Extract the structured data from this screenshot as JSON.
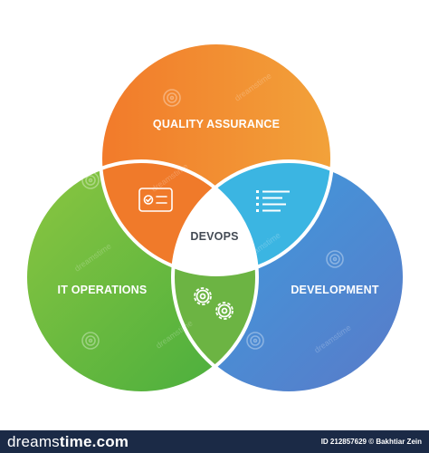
{
  "diagram": {
    "circles": [
      {
        "id": "qa",
        "label": "QUALITY ASSURANCE",
        "colors": [
          "#f27a2a",
          "#f2a23a"
        ]
      },
      {
        "id": "ops",
        "label": "IT OPERATIONS",
        "colors": [
          "#8cc641",
          "#46ad3d"
        ]
      },
      {
        "id": "dev",
        "label": "DEVELOPMENT",
        "colors": [
          "#3b9fe0",
          "#5a7ac8"
        ]
      }
    ],
    "center_label": "DEVOPS",
    "overlap_colors": {
      "qa_ops": "#f07a2a",
      "qa_dev": "#3bb5e2",
      "ops_dev": "#6cb443"
    },
    "icons": {
      "qa_ops": "checklist-card-icon",
      "qa_dev": "list-icon",
      "ops_dev": "gears-icon"
    }
  },
  "watermark": {
    "text": "dreamstime",
    "icon": "spiral-logo-icon"
  },
  "footer": {
    "brand_prefix": "dreams",
    "brand_suffix": "time.com",
    "id_text": "ID 212857629",
    "author_text": "© Bakhtiar Zein"
  }
}
